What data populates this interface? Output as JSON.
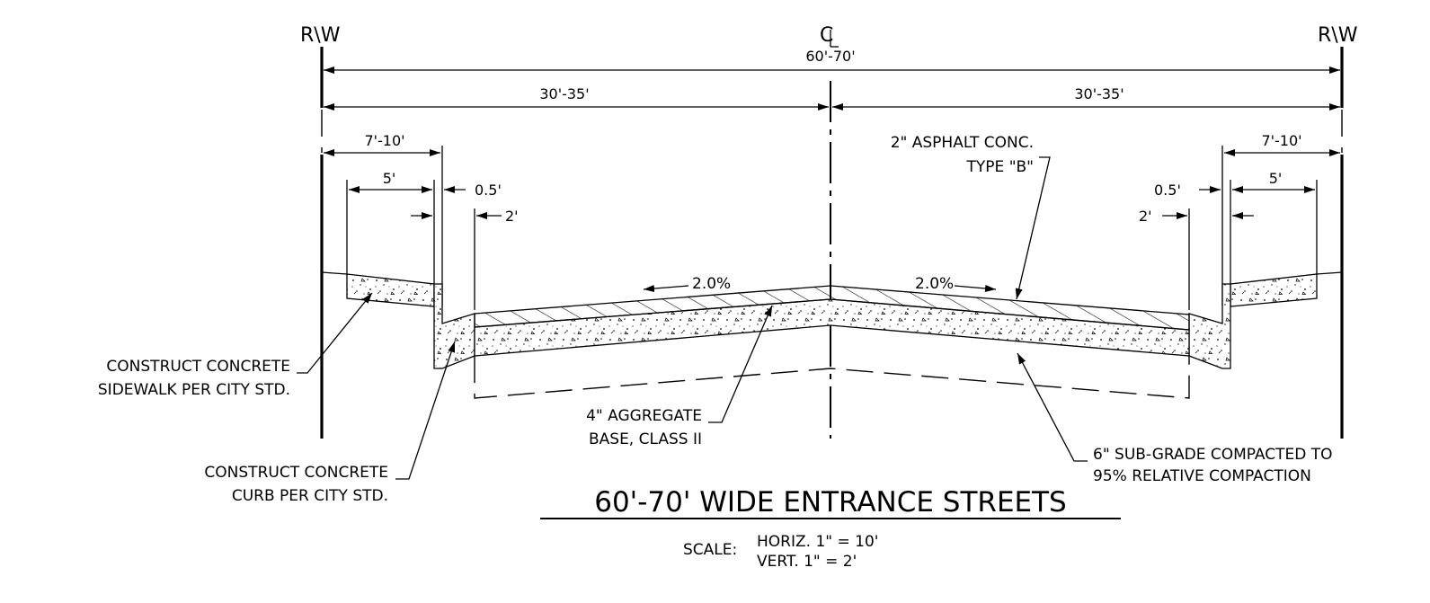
{
  "labels": {
    "rw_left": "R\\W",
    "rw_right": "R\\W",
    "centerline": "C",
    "dim_total": "60'-70'",
    "dim_half_left": "30'-35'",
    "dim_half_right": "30'-35'",
    "dim_sidewalk_area_left": "7'-10'",
    "dim_sidewalk_area_right": "7'-10'",
    "dim_sidewalk_left": "5'",
    "dim_sidewalk_right": "5'",
    "dim_curb_left": "0.5'",
    "dim_curb_right": "0.5'",
    "dim_gutter_left": "2'",
    "dim_gutter_right": "2'",
    "slope_left": "2.0%",
    "slope_right": "2.0%"
  },
  "callouts": {
    "asphalt_line1": "2\" ASPHALT CONC.",
    "asphalt_line2": "TYPE \"B\"",
    "sidewalk_line1": "CONSTRUCT CONCRETE",
    "sidewalk_line2": "SIDEWALK PER CITY STD.",
    "base_line1": "4\" AGGREGATE",
    "base_line2": "BASE, CLASS II",
    "curb_line1": "CONSTRUCT CONCRETE",
    "curb_line2": "CURB PER CITY STD.",
    "subgrade_line1": "6\" SUB-GRADE COMPACTED TO",
    "subgrade_line2": "95% RELATIVE COMPACTION"
  },
  "title": "60'-70' WIDE ENTRANCE STREETS",
  "scale": {
    "label": "SCALE:",
    "horiz": "HORIZ. 1\" = 10'",
    "vert": "VERT. 1\" = 2'"
  }
}
